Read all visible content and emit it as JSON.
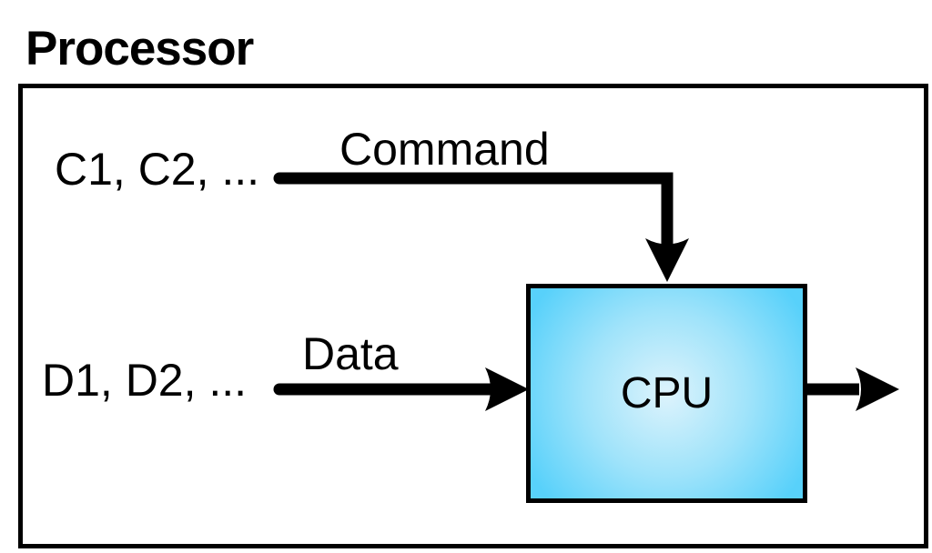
{
  "header": {
    "title": "Processor"
  },
  "diagram": {
    "nodes": {
      "cpu": {
        "label": "CPU"
      }
    },
    "flows": {
      "command": {
        "source_label": "C1, C2, ...",
        "label": "Command"
      },
      "data": {
        "source_label": "D1, D2, ...",
        "label": "Data"
      }
    },
    "colors": {
      "line": "#000000",
      "box-border": "#000000",
      "cpu-fill-center": "#ddf3fc",
      "cpu-fill-mid": "#9fe3fa",
      "cpu-fill-edge": "#58d1fa"
    }
  }
}
